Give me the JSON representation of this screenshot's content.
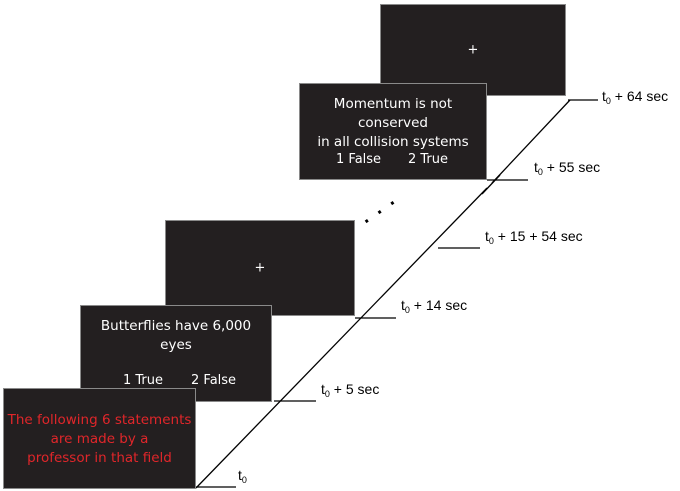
{
  "screens": {
    "fixation_top": {
      "symbol": "+"
    },
    "question_2": {
      "statement": [
        "Momentum is not conserved",
        "in all collision systems"
      ],
      "option_left": "1 False",
      "option_right": "2 True"
    },
    "fixation_mid": {
      "symbol": "+"
    },
    "question_1": {
      "statement": [
        "Butterflies have 6,000",
        "eyes"
      ],
      "option_left": "1 True",
      "option_right": "2 False"
    },
    "intro": {
      "statement": [
        "The following 6 statements",
        "are made by a",
        "professor in that field"
      ],
      "text_color": "#e0262a"
    }
  },
  "timeline": {
    "ellipsis": ". . .",
    "labels": [
      {
        "id": "t0",
        "prefix": "t",
        "sub": "0",
        "suffix": ""
      },
      {
        "id": "t5",
        "prefix": "t",
        "sub": "0",
        "suffix": " + 5 sec"
      },
      {
        "id": "t14",
        "prefix": "t",
        "sub": "0",
        "suffix": " + 14 sec"
      },
      {
        "id": "t69",
        "prefix": "t",
        "sub": "0",
        "suffix": " + 15 + 54 sec"
      },
      {
        "id": "t55",
        "prefix": "t",
        "sub": "0",
        "suffix": " + 55 sec"
      },
      {
        "id": "t64",
        "prefix": "t",
        "sub": "0",
        "suffix": " + 64 sec"
      }
    ]
  },
  "colors": {
    "screen_bg": "#231f20",
    "screen_text": "#ffffff",
    "intro_text": "#e0262a",
    "line": "#000000"
  }
}
